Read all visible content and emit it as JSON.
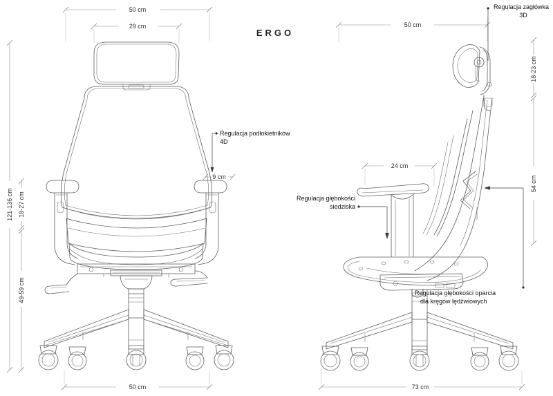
{
  "sheet": {
    "title": "ERGO",
    "background_color": "#ffffff",
    "line_color": "#5b5b5b",
    "dim_color": "#8a8a8a",
    "text_color": "#1a1a1a"
  },
  "logo": {
    "label": "ERGO"
  },
  "views": [
    {
      "id": "front-view",
      "name": "Chair front elevation"
    },
    {
      "id": "side-view",
      "name": "Chair side elevation"
    }
  ],
  "dimensions": {
    "front_top_overall": {
      "value": "50 cm",
      "orientation": "horizontal"
    },
    "front_top_headrest": {
      "value": "29 cm",
      "orientation": "horizontal"
    },
    "front_armrest_gap": {
      "value": "9 cm",
      "orientation": "horizontal"
    },
    "front_total_height": {
      "value": "121-136 cm",
      "orientation": "vertical"
    },
    "front_armrest_height": {
      "value": "18-27 cm",
      "orientation": "vertical"
    },
    "front_seat_height": {
      "value": "49-59 cm",
      "orientation": "vertical"
    },
    "front_base_width": {
      "value": "50 cm",
      "orientation": "horizontal"
    },
    "side_top_depth": {
      "value": "50 cm",
      "orientation": "horizontal"
    },
    "side_seat_depth": {
      "value": "24 cm",
      "orientation": "horizontal"
    },
    "side_headrest_travel": {
      "value": "18-23 cm",
      "orientation": "vertical"
    },
    "side_backrest_height": {
      "value": "54 cm",
      "orientation": "vertical"
    },
    "side_base_depth": {
      "value": "73 cm",
      "orientation": "horizontal"
    }
  },
  "annotations": {
    "headrest": {
      "line1": "Regulacja zagłówka",
      "line2": "3D"
    },
    "armrest": {
      "line1": "Regulacja podłokietników",
      "line2": "4D"
    },
    "seat_depth": {
      "line1": "Regulacja głębokości",
      "line2": "siedziska"
    },
    "lumbar": {
      "line1": "Regulacja głębokości oparcia",
      "line2": "dla kręgów lędźwiowych"
    }
  }
}
